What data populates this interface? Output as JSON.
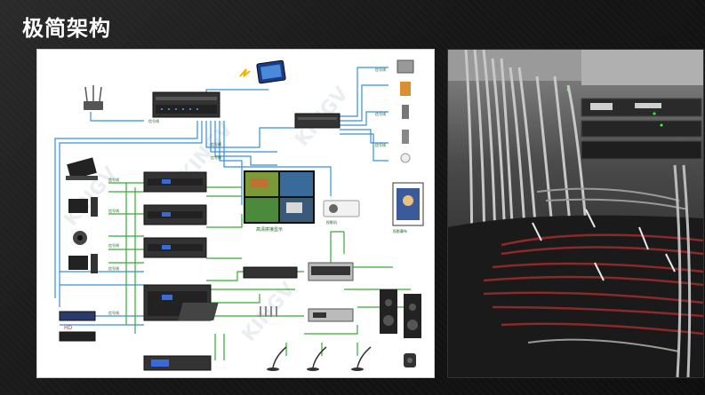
{
  "slide": {
    "title": "极简架构"
  },
  "diagram": {
    "watermark": "KINGV",
    "screen_label": "高清拼接显示",
    "projector_label": "投影机",
    "projection_screen_label": "投影幕布",
    "recorder_logo": "HD"
  },
  "photo": {
    "description_icon": "cabinet-wiring-photo"
  },
  "colors": {
    "background": "#141414",
    "title": "#ffffff",
    "blue_line": "#3a8fd8",
    "green_line": "#3aa83a"
  }
}
